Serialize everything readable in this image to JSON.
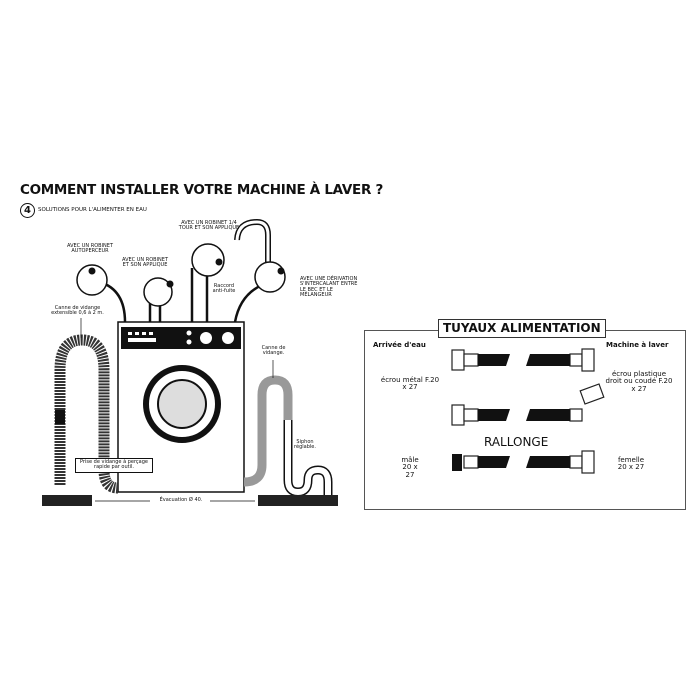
{
  "heading": {
    "title": "COMMENT INSTALLER VOTRE MACHINE À LAVER ?",
    "count": "4",
    "subtitle": "SOLUTIONS POUR L'ALIMENTER EN EAU"
  },
  "installation": {
    "solution1": "AVEC UN ROBINET AUTOPERCEUR",
    "solution2": "AVEC UN ROBINET ET SON APPLIQUE",
    "solution3": "AVEC UN ROBINET 1/4 TOUR ET SON APPLIQUE",
    "solution4": "AVEC UNE DÉRIVATION S'INTERCALANT ENTRE LE BEC ET LE MÉLANGEUR",
    "raccord": "Raccord anti-fuite",
    "canne_left": "Canne de vidange extensible 0,6 à 2 m.",
    "canne_right": "Canne de vidange.",
    "siphon": "Siphon réglable.",
    "prise": "Prise de vidange à perçage rapide par outil.",
    "evacuation": "Évacuation Ø 40."
  },
  "hoses": {
    "title": "TUYAUX ALIMENTATION",
    "left_header": "Arrivée d'eau",
    "right_header": "Machine à laver",
    "left_nut": "écrou métal F.20 x 27",
    "right_nut": "écrou plastique droit ou coudé F.20 x 27",
    "extension_title": "RALLONGE",
    "male": "mâle 20 x 27",
    "female": "femelle 20 x 27"
  }
}
